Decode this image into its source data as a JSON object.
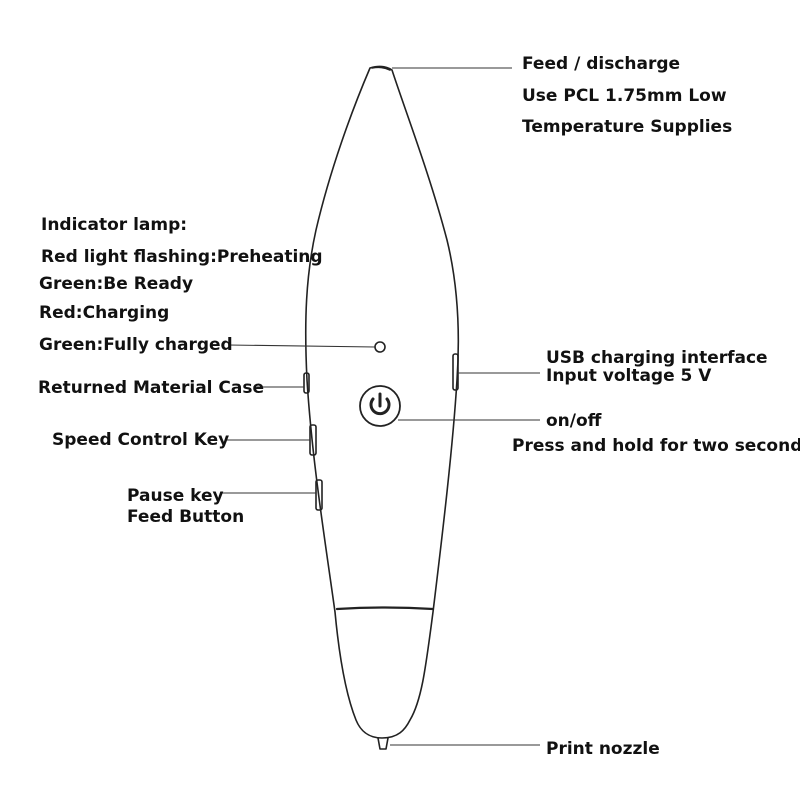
{
  "labels": {
    "feed_discharge": "Feed / discharge",
    "use_pcl": "Use PCL 1.75mm Low",
    "temperature_supplies": "Temperature Supplies",
    "indicator_lamp": "Indicator lamp:",
    "red_flashing": "Red light flashing:Preheating",
    "green_ready": "Green:Be Ready",
    "red_charging": "Red:Charging",
    "green_charged": "Green:Fully charged",
    "returned_case": "Returned Material Case",
    "speed_control": "Speed Control Key",
    "pause_key": "Pause key",
    "feed_button": "Feed Button",
    "usb_interface": "USB charging interface",
    "input_voltage": "Input voltage 5 V",
    "on_off": "on/off",
    "press_hold": "Press and hold for two second",
    "print_nozzle": "Print nozzle"
  },
  "colors": {
    "outline": "#222222",
    "text": "#111111"
  }
}
